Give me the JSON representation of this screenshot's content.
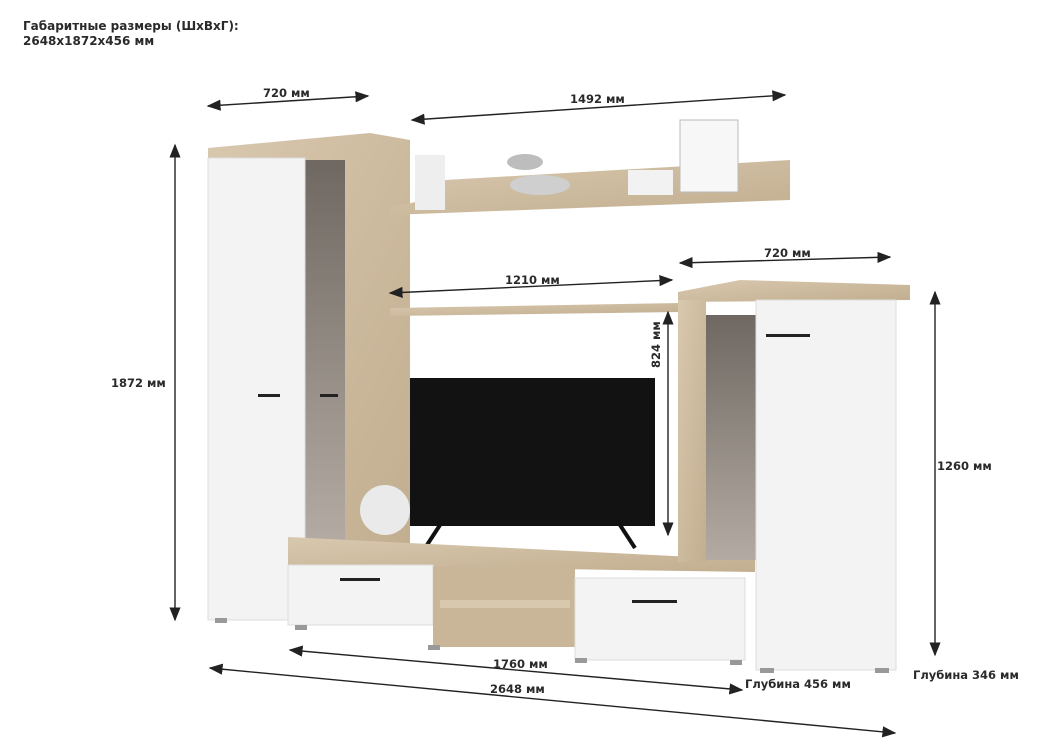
{
  "header": {
    "title": "Габаритные размеры (ШхВхГ):",
    "overall": "2648x1872x456 мм"
  },
  "dimensions": {
    "left_cabinet_width": "720 мм",
    "top_shelf_width": "1492 мм",
    "middle_shelf_width": "1210 мм",
    "right_cabinet_width": "720 мм",
    "tv_niche_height": "824 мм",
    "total_height": "1872 мм",
    "right_cabinet_height": "1260 мм",
    "tv_stand_width": "1760 мм",
    "total_width": "2648 мм",
    "tv_stand_depth": "Глубина 456 мм",
    "right_cabinet_depth": "Глубина 346 мм"
  },
  "colors": {
    "oak": "#cdbba0",
    "white": "#f1f1f1",
    "glass": "#8f8780",
    "tv": "#111111"
  }
}
